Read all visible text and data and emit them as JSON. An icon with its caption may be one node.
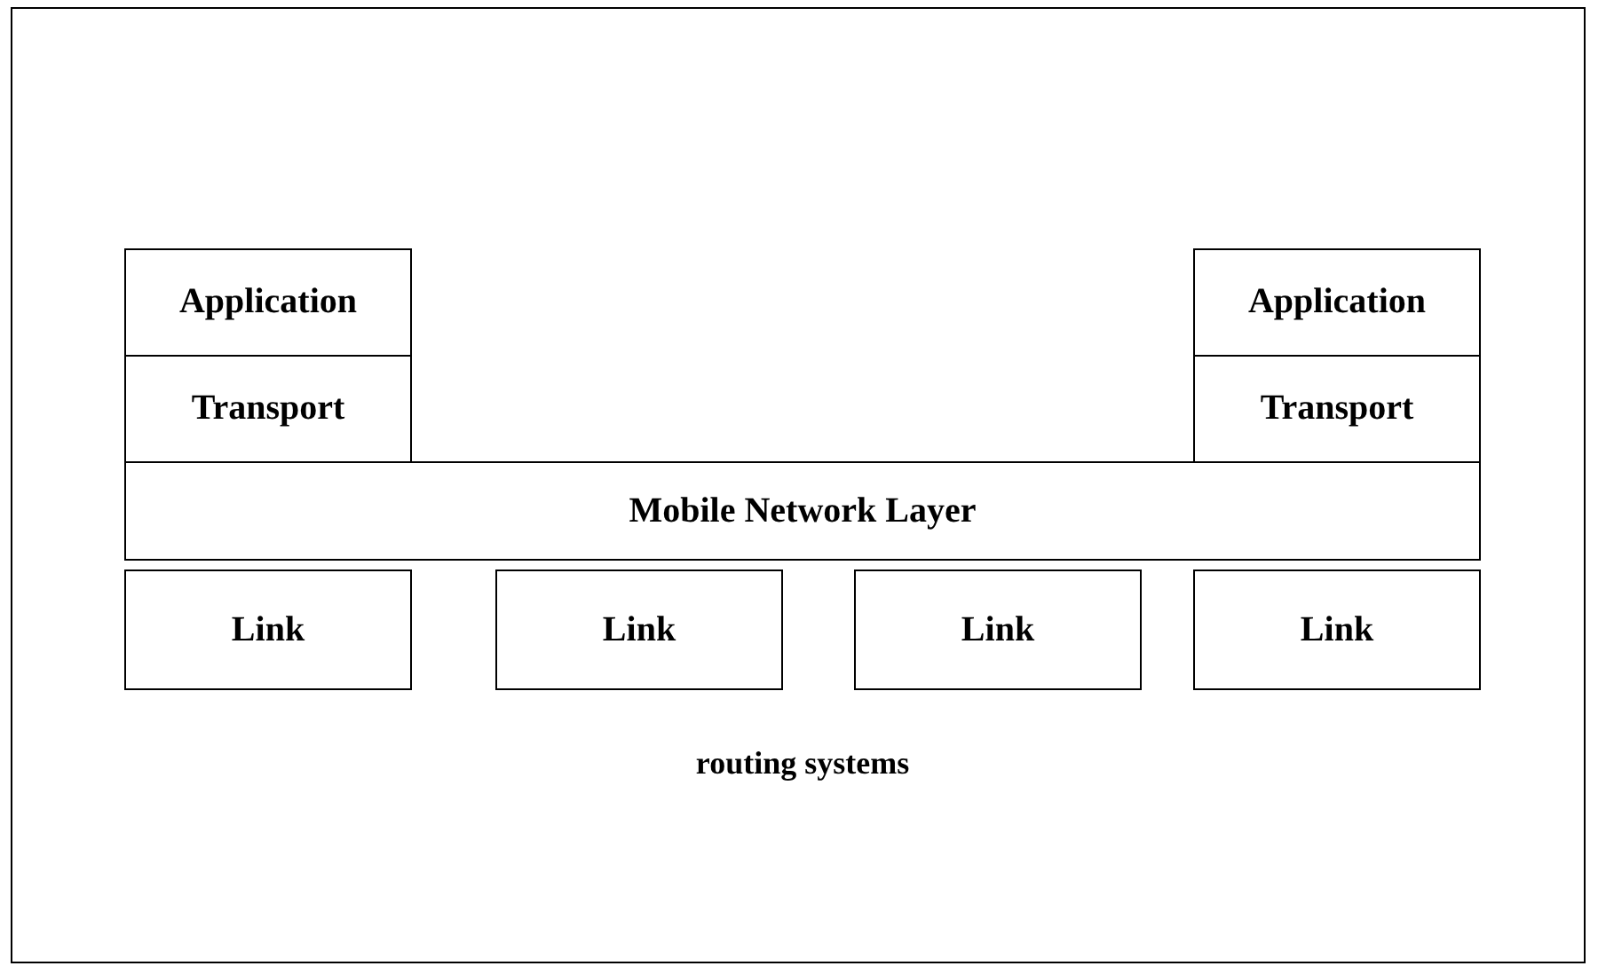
{
  "diagram": {
    "nodes": [
      {
        "text": [
          "Application"
        ]
      },
      {
        "text": [
          "Application"
        ]
      },
      {
        "text": [
          "Transport"
        ]
      },
      {
        "text": [
          "Transport"
        ]
      },
      {
        "text": [
          "Mobile Network Layer"
        ]
      },
      {
        "text": [
          "Link"
        ]
      },
      {
        "text": [
          "Link"
        ]
      },
      {
        "text": [
          "Link"
        ]
      },
      {
        "text": [
          "Link"
        ]
      }
    ],
    "labels": [
      "routing systems"
    ]
  }
}
